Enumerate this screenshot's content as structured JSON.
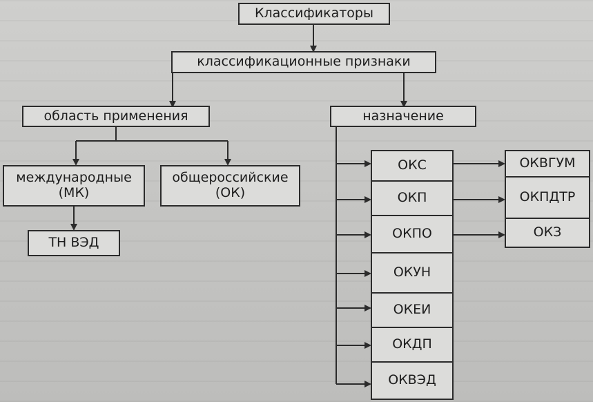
{
  "diagram": {
    "root": "Классификаторы",
    "features": "классификационные признаки",
    "scope": "область применения",
    "purpose": "назначение",
    "international": "международные\n(МК)",
    "national": "общероссийские\n(ОК)",
    "tn_ved": "ТН ВЭД",
    "purpose_items": [
      "ОКС",
      "ОКП",
      "ОКПО",
      "ОКУН",
      "ОКЕИ",
      "ОКДП",
      "ОКВЭД"
    ],
    "right_items": [
      "ОКВГУМ",
      "ОКПДТР",
      "ОКЗ"
    ]
  },
  "colors": {
    "line": "#2b2b2b",
    "box_fill": "#dcdcda",
    "background": "#c9c9c7"
  }
}
